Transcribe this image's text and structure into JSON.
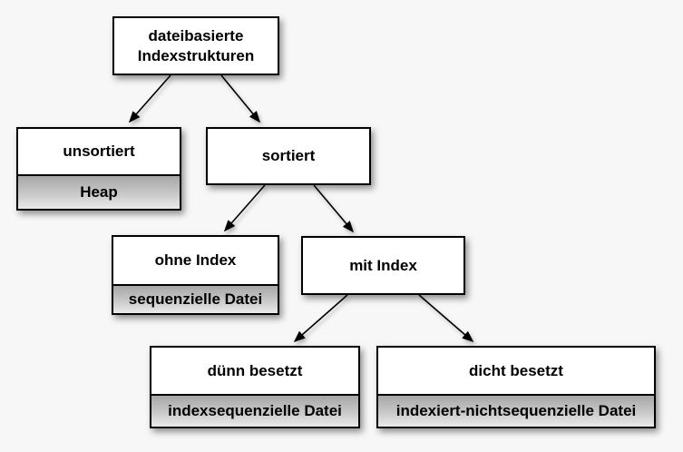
{
  "diagram": {
    "title": "dateibasierte Indexstrukturen",
    "nodes": [
      {
        "id": "root",
        "label": "dateibasierte Indexstrukturen",
        "sublabel": null
      },
      {
        "id": "unsortiert",
        "label": "unsortiert",
        "sublabel": "Heap"
      },
      {
        "id": "sortiert",
        "label": "sortiert",
        "sublabel": null
      },
      {
        "id": "ohne-index",
        "label": "ohne Index",
        "sublabel": "sequenzielle Datei"
      },
      {
        "id": "mit-index",
        "label": "mit Index",
        "sublabel": null
      },
      {
        "id": "duenn-besetzt",
        "label": "dünn besetzt",
        "sublabel": "indexsequenzielle Datei"
      },
      {
        "id": "dicht-besetzt",
        "label": "dicht besetzt",
        "sublabel": "indexiert-nichtsequenzielle Datei"
      }
    ],
    "edges": [
      {
        "from": "root",
        "to": "unsortiert"
      },
      {
        "from": "root",
        "to": "sortiert"
      },
      {
        "from": "sortiert",
        "to": "ohne-index"
      },
      {
        "from": "sortiert",
        "to": "mit-index"
      },
      {
        "from": "mit-index",
        "to": "duenn-besetzt"
      },
      {
        "from": "mit-index",
        "to": "dicht-besetzt"
      }
    ],
    "colors": {
      "background": "#f7f7f7",
      "box_fill": "#ffffff",
      "box_border": "#000000",
      "band_gradient_top": "#a6a6a6",
      "band_gradient_bottom": "#eaeaea",
      "arrow": "#000000",
      "text": "#000000"
    }
  }
}
